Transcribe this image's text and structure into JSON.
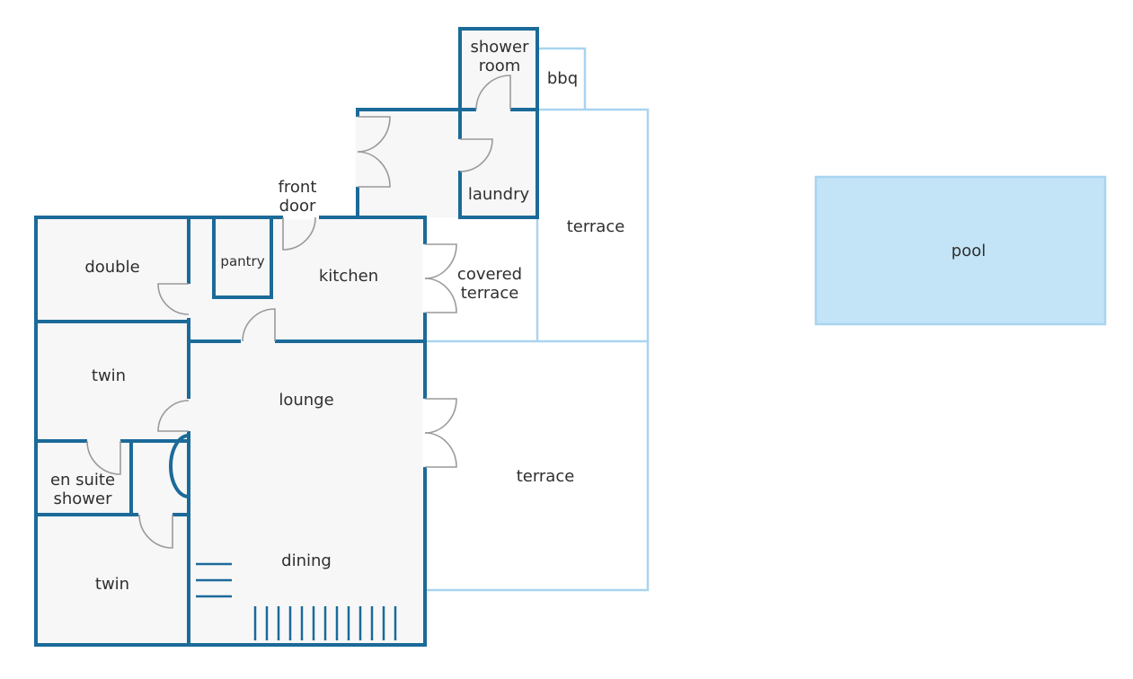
{
  "rooms": {
    "shower_room": [
      "shower",
      "room"
    ],
    "bbq": "bbq",
    "laundry": "laundry",
    "front_door": [
      "front",
      "door"
    ],
    "terrace_upper": "terrace",
    "double": "double",
    "pantry": "pantry",
    "kitchen": "kitchen",
    "covered_terrace": [
      "covered",
      "terrace"
    ],
    "twin_upper": "twin",
    "lounge": "lounge",
    "en_suite_shower": [
      "en suite",
      "shower"
    ],
    "terrace_lower": "terrace",
    "dining": "dining",
    "twin_lower": "twin",
    "pool": "pool"
  },
  "colors": {
    "wall": "#1b6a99",
    "outline": "#a9d4ef",
    "pool": "#c3e4f6",
    "floor": "#f7f7f7",
    "door": "#9a9a9a"
  }
}
